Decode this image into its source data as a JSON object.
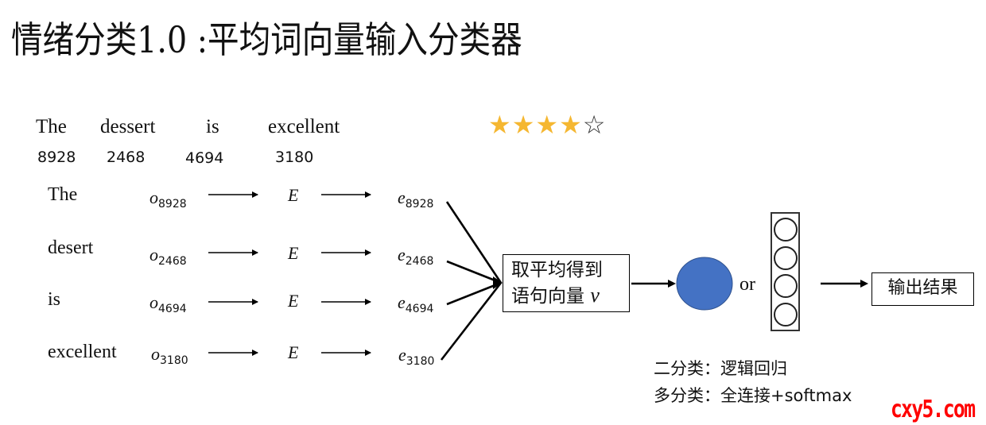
{
  "title": "情绪分类1.0 :平均词向量输入分类器",
  "sentence": {
    "words": [
      "The",
      "dessert",
      "is",
      "excellent"
    ],
    "indices": [
      "8928",
      "2468",
      "4694",
      "3180"
    ]
  },
  "rating": {
    "filled": 4,
    "total": 5,
    "filled_glyph": "★",
    "empty_glyph": "☆",
    "filled_color": "#f5b731"
  },
  "rows": [
    {
      "word": "The",
      "onehot": "o",
      "onehot_sub": "8928",
      "embed_matrix": "E",
      "embed": "e",
      "embed_sub": "8928"
    },
    {
      "word": "desert",
      "onehot": "o",
      "onehot_sub": "2468",
      "embed_matrix": "E",
      "embed": "e",
      "embed_sub": "2468"
    },
    {
      "word": "is",
      "onehot": "o",
      "onehot_sub": "4694",
      "embed_matrix": "E",
      "embed": "e",
      "embed_sub": "4694"
    },
    {
      "word": "excellent",
      "onehot": "o",
      "onehot_sub": "3180",
      "embed_matrix": "E",
      "embed": "e",
      "embed_sub": "3180"
    }
  ],
  "average_box": {
    "line1": "取平均得到",
    "line2": "语句向量 ",
    "var": "v"
  },
  "classifier": {
    "single_node_color": "#4472c4",
    "or_label": "or",
    "softmax_nodes": 4
  },
  "output_box": "输出结果",
  "notes": [
    "二分类：逻辑回归",
    "多分类：全连接+softmax"
  ],
  "watermark": "cxy5.com"
}
